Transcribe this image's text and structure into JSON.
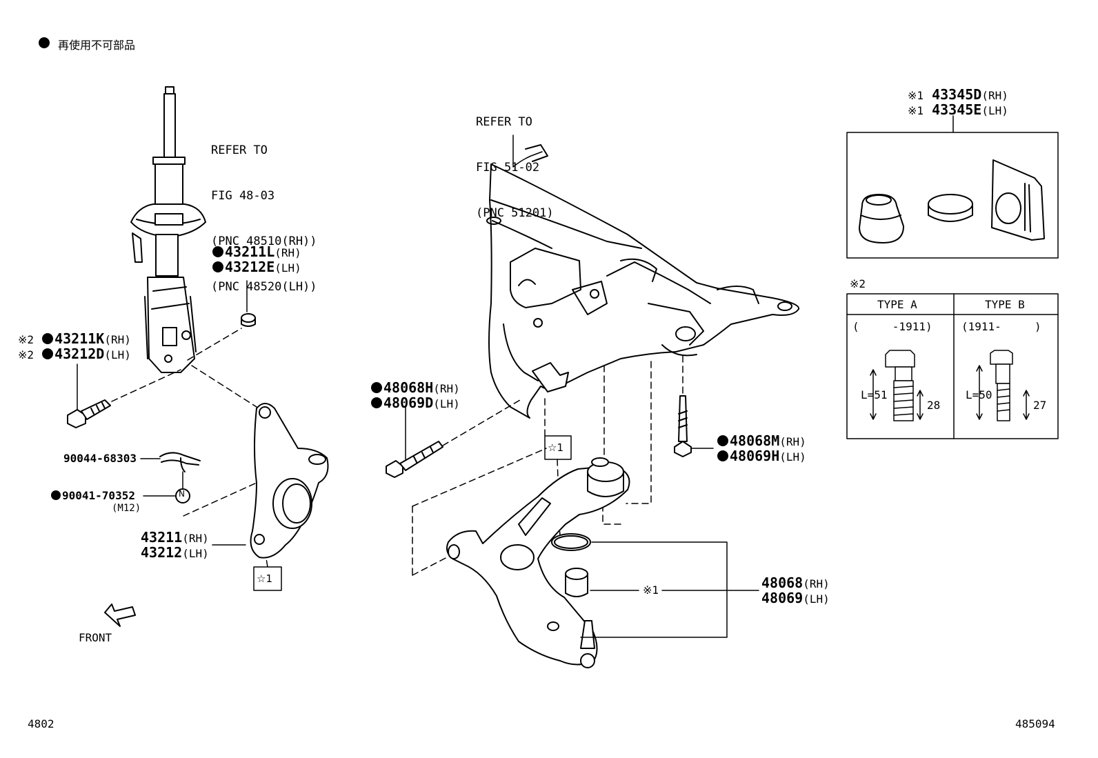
{
  "legend": {
    "bullet_text": "再使用不可部品"
  },
  "strut_ref": [
    "REFER TO",
    "FIG 48-03",
    "(PNC 48510(RH))",
    "(PNC 48520(LH))"
  ],
  "crossmember_ref": [
    "REFER TO",
    "FIG 51-02",
    "(PNC 51201)"
  ],
  "parts": {
    "nut_rh": {
      "num": "43211L",
      "side": "(RH)"
    },
    "nut_lh": {
      "num": "43212E",
      "side": "(LH)"
    },
    "bolt_rh": {
      "note": "※2",
      "num": "43211K",
      "side": "(RH)"
    },
    "bolt_lh": {
      "note": "※2",
      "num": "43212D",
      "side": "(LH)"
    },
    "pin": {
      "num": "90044-68303"
    },
    "hubnut": {
      "num": "90041-70352",
      "sub": "(M12)"
    },
    "knuckle_rh": {
      "num": "43211",
      "side": "(RH)"
    },
    "knuckle_lh": {
      "num": "43212",
      "side": "(LH)"
    },
    "armbolt_rh": {
      "num": "48068H",
      "side": "(RH)"
    },
    "armbolt_lh": {
      "num": "48069D",
      "side": "(LH)"
    },
    "rearbolt_rh": {
      "num": "48068M",
      "side": "(RH)"
    },
    "rearbolt_lh": {
      "num": "48069H",
      "side": "(LH)"
    },
    "arm_rh": {
      "num": "48068",
      "side": "(RH)"
    },
    "arm_lh": {
      "num": "48069",
      "side": "(LH)"
    },
    "boot_rh": {
      "note": "※1",
      "num": "43345D",
      "side": "(RH)"
    },
    "boot_lh": {
      "note": "※1",
      "num": "43345E",
      "side": "(LH)"
    }
  },
  "star_tag": "☆1",
  "arm_note": "※1",
  "front_label": "FRONT",
  "type_table": {
    "note": "※2",
    "col_a": {
      "title": "TYPE A",
      "range": "(     -1911)",
      "length": "L=51",
      "thread": "28"
    },
    "col_b": {
      "title": "TYPE B",
      "range": "(1911-     )",
      "length": "L=50",
      "thread": "27"
    }
  },
  "footer": {
    "left": "4802",
    "right": "485094"
  }
}
